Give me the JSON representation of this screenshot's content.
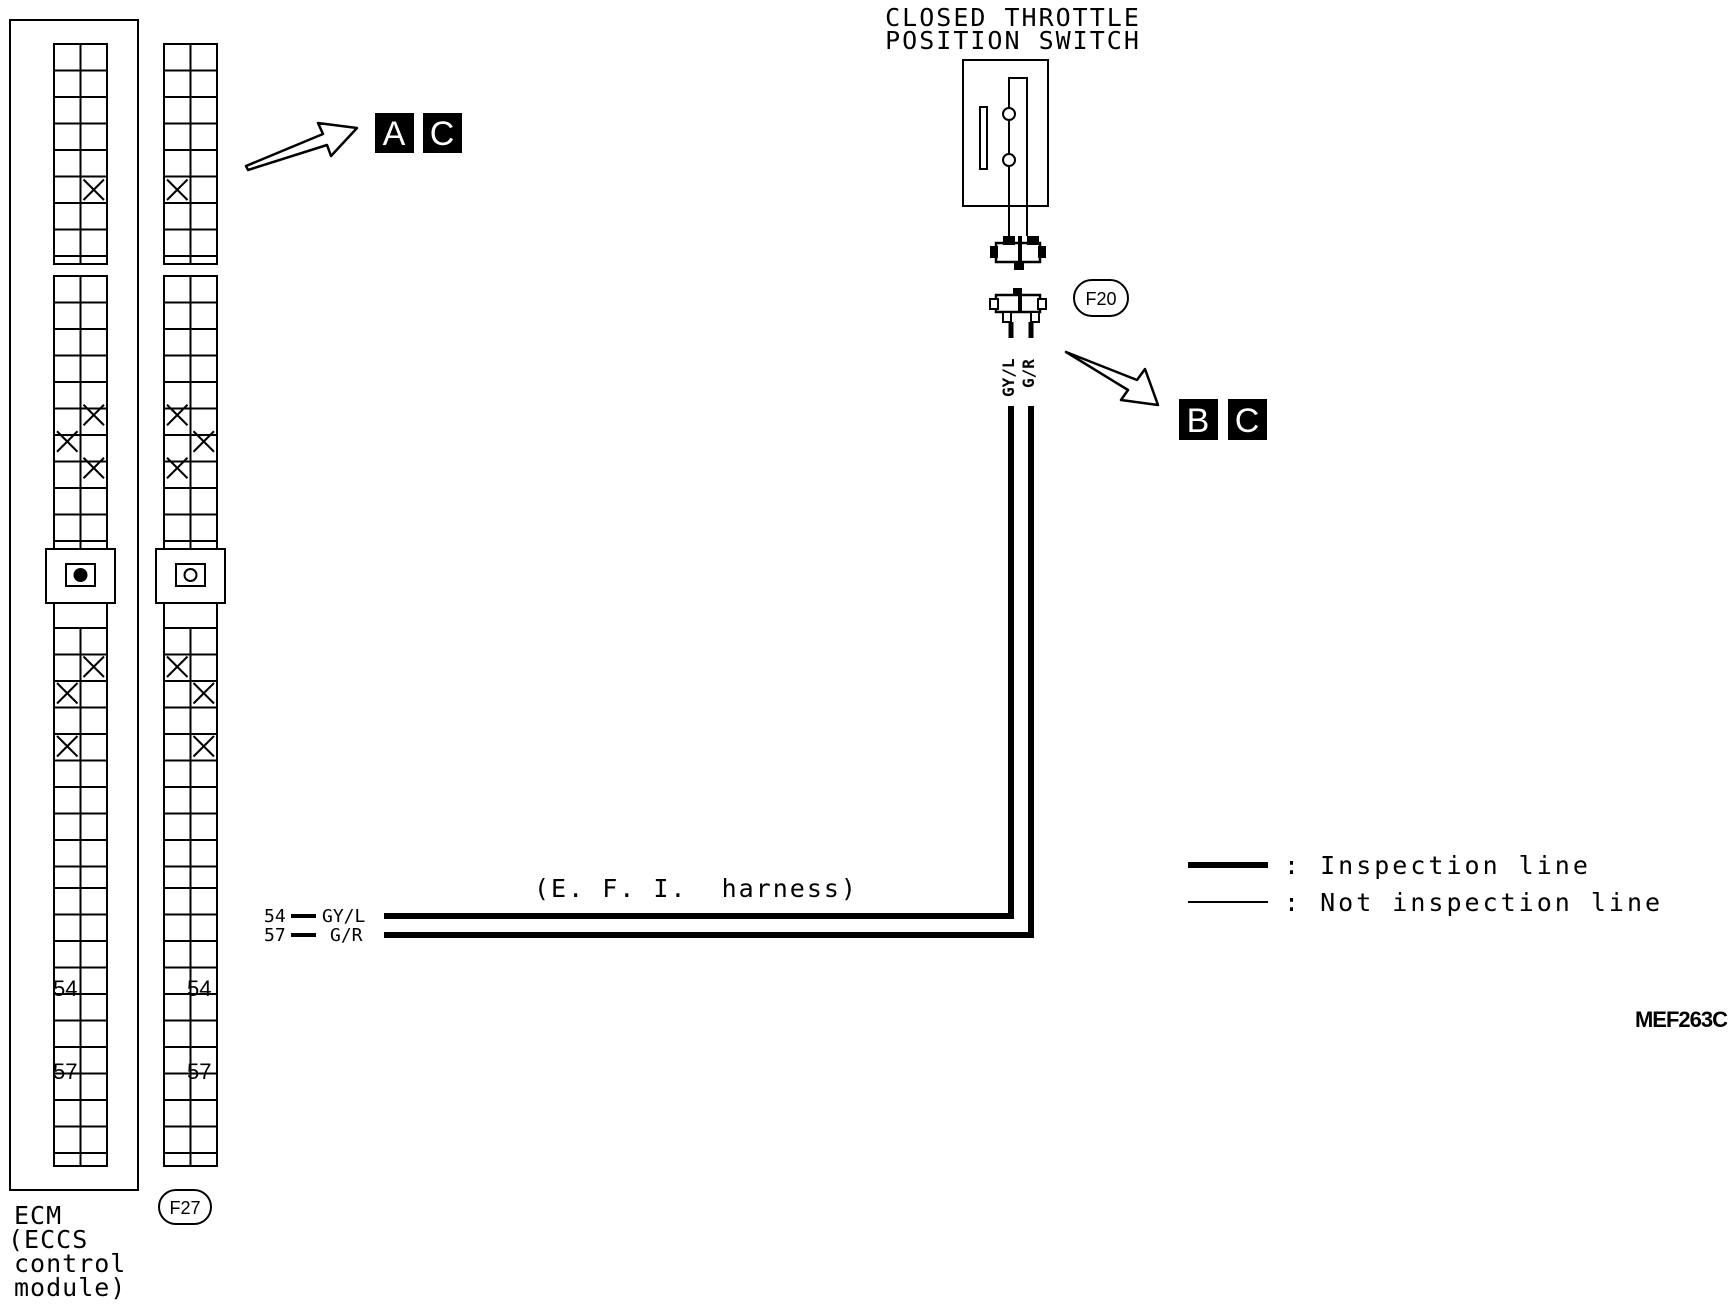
{
  "switch": {
    "title_line1": "CLOSED THROTTLE",
    "title_line2": "POSITION SWITCH"
  },
  "connectors": {
    "f20": "F20",
    "f27": "F27"
  },
  "ecm": {
    "line1": "ECM",
    "line2": "(ECCS",
    "line3": "control",
    "line4": "module)"
  },
  "terminals": {
    "t54": "54",
    "t57": "57"
  },
  "harness": {
    "name": "(E. F. I.  harness)",
    "wire1_terminal": "54",
    "wire1_color": "GY/L",
    "wire2_terminal": "57",
    "wire2_color": "G/R"
  },
  "badges": {
    "top": [
      "A",
      "C"
    ],
    "right": [
      "B",
      "C"
    ]
  },
  "legend": {
    "inspection": ": Inspection line",
    "not_inspection": ": Not inspection line"
  },
  "figure_code": "MEF263C",
  "colors": {
    "line": "#000000",
    "badge_bg": "#000000",
    "badge_text": "#ffffff"
  }
}
